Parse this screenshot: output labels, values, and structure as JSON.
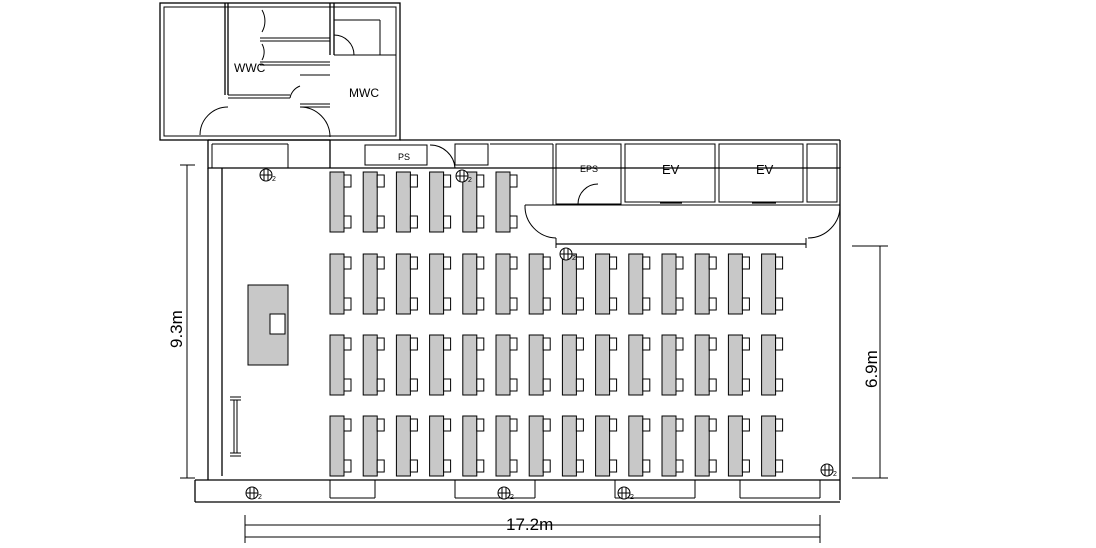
{
  "dimensions": {
    "width_label": "17.2m",
    "height_left_label": "9.3m",
    "height_right_label": "6.9m"
  },
  "rooms": {
    "wwc": "WWC",
    "mwc": "MWC",
    "ps": "PS",
    "eps": "EPS",
    "ev1": "EV",
    "ev2": "EV"
  },
  "fixture_glyph": "2",
  "seating": {
    "front_row_columns": 6,
    "rows_full_columns": 14,
    "full_rows": 3
  }
}
